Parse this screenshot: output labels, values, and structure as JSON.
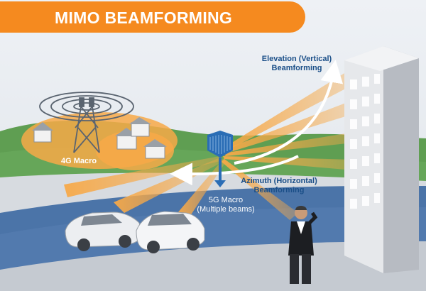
{
  "title": "MIMO BEAMFORMING",
  "labels": {
    "macro_4g": "4G Macro",
    "macro_5g_line1": "5G Macro",
    "macro_5g_line2": "(Multiple beams)",
    "elevation_line1": "Elevation (Vertical)",
    "elevation_line2": "Beamforming",
    "azimuth_line1": "Azimuth (Horizontal)",
    "azimuth_line2": "Beamforming"
  },
  "colors": {
    "orange": "#f58a1f",
    "beam": "#f7a948",
    "sky": "#e4e8ee",
    "hills": "#5f9e52",
    "road": "#4b74a8",
    "label_blue": "#1b4f88",
    "building": "#c9ccd1"
  },
  "icons": [
    "4g-tower-icon",
    "5g-antenna-icon",
    "elevation-arrow-icon",
    "azimuth-arrow-icon",
    "house-icon",
    "car-icon",
    "person-icon",
    "building-icon"
  ]
}
